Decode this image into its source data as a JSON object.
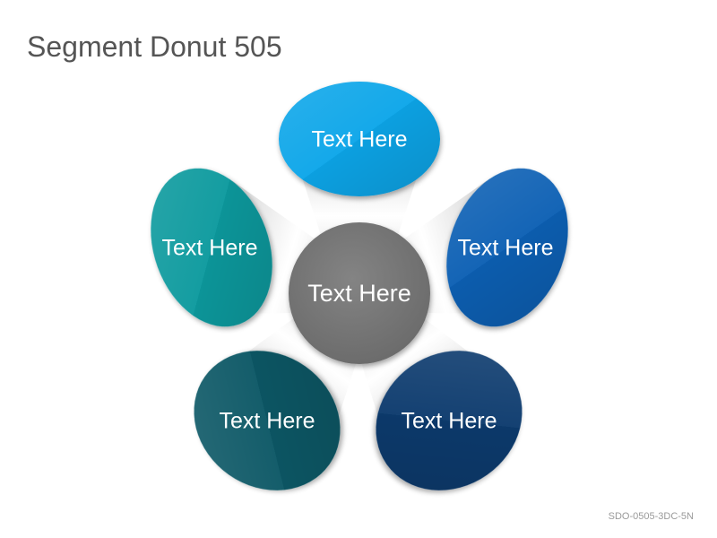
{
  "title": "Segment Donut 505",
  "center": {
    "label": "Text Here",
    "color": "#767676"
  },
  "petals": [
    {
      "label": "Text Here",
      "color": "#11a6e9",
      "position": "top"
    },
    {
      "label": "Text Here",
      "color": "#0c61b4",
      "position": "right"
    },
    {
      "label": "Text Here",
      "color": "#0a3a6e",
      "position": "bottom-right"
    },
    {
      "label": "Text Here",
      "color": "#0a5966",
      "position": "bottom-left"
    },
    {
      "label": "Text Here",
      "color": "#0b9a9e",
      "position": "left"
    }
  ],
  "footer_code": "SDO-0505-3DC-5N"
}
